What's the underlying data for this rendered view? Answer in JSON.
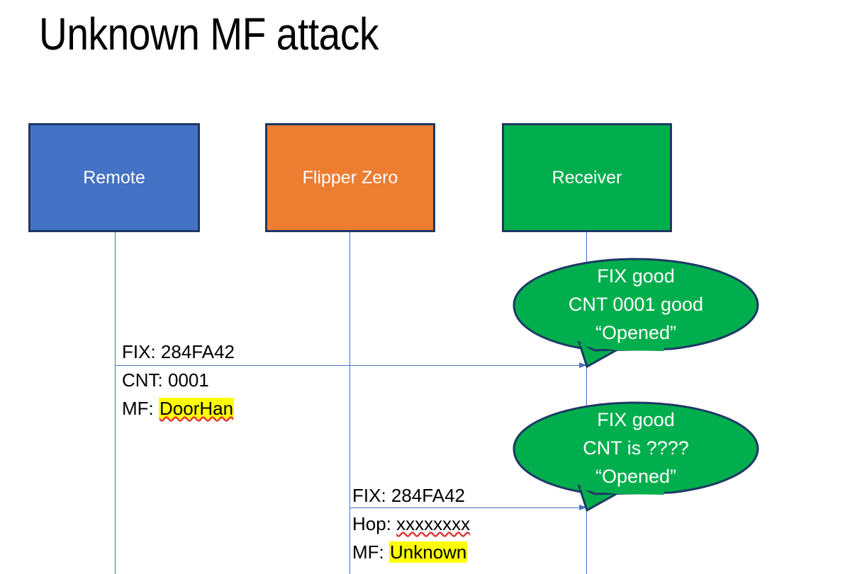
{
  "slide": {
    "title": "Unknown MF attack",
    "background": "#ffffff"
  },
  "colors": {
    "remote_fill": "#4472C4",
    "flipper_fill": "#ED7D31",
    "receiver_fill": "#00AE4D",
    "box_border": "#1F3864",
    "lifeline": "#4472C4",
    "arrow": "#4472C4",
    "bubble_fill": "#00AE4D",
    "bubble_border": "#1F3864",
    "highlight": "#FFFF00",
    "spellcheck_underline": "#E03A3A",
    "text": "#000000",
    "box_text": "#FFFFFF"
  },
  "actors": [
    {
      "id": "remote",
      "label": "Remote"
    },
    {
      "id": "flipper",
      "label": "Flipper Zero"
    },
    {
      "id": "receiver",
      "label": "Receiver"
    }
  ],
  "messages": [
    {
      "id": "message-1",
      "from": "remote",
      "to": "receiver",
      "lines": [
        {
          "prefix": "FIX: ",
          "value": "284FA42",
          "highlighted": false,
          "misspelled": false
        },
        {
          "prefix": "CNT: ",
          "value": "0001",
          "highlighted": false,
          "misspelled": false
        },
        {
          "prefix": "MF: ",
          "value": "DoorHan",
          "highlighted": true,
          "misspelled": true
        }
      ]
    },
    {
      "id": "message-2",
      "from": "flipper",
      "to": "receiver",
      "lines": [
        {
          "prefix": "FIX: ",
          "value": "284FA42",
          "highlighted": false,
          "misspelled": false
        },
        {
          "prefix": "Hop: ",
          "value": "xxxxxxxx",
          "highlighted": false,
          "misspelled": true
        },
        {
          "prefix": "MF: ",
          "value": "Unknown",
          "highlighted": true,
          "misspelled": false
        }
      ]
    }
  ],
  "bubbles": [
    {
      "id": "bubble-1",
      "owner": "receiver",
      "lines": [
        "FIX good",
        "CNT 0001 good",
        "“Opened”"
      ]
    },
    {
      "id": "bubble-2",
      "owner": "receiver",
      "lines": [
        "FIX good",
        "CNT is ????",
        "“Opened”"
      ]
    }
  ]
}
